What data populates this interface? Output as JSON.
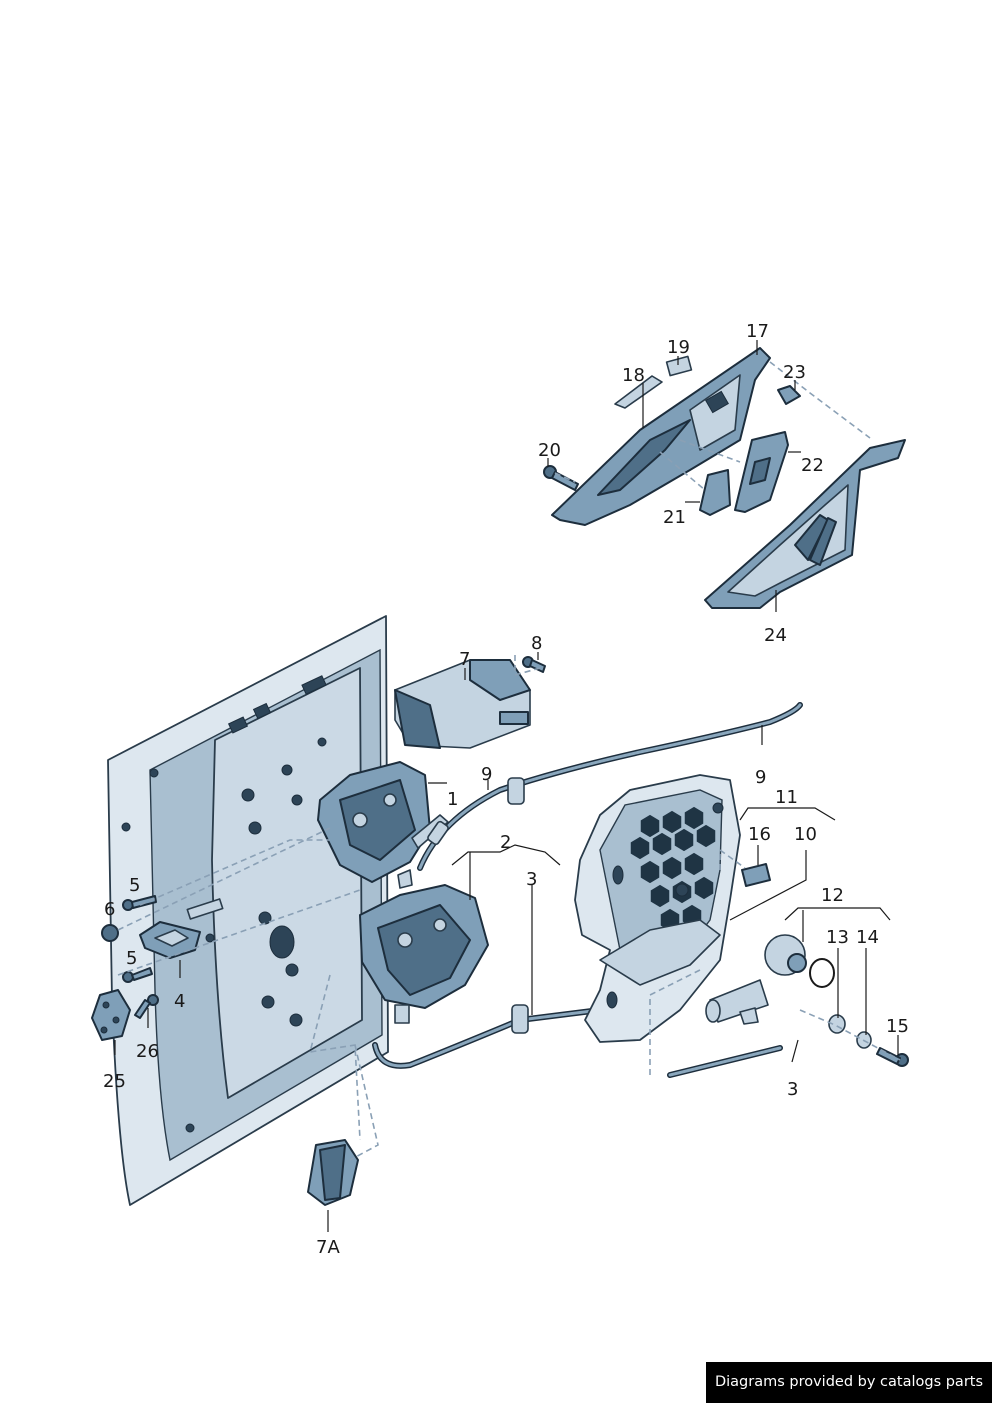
{
  "labels": {
    "l1": "1",
    "l2": "2",
    "l3a": "3",
    "l3b": "3",
    "l4": "4",
    "l5a": "5",
    "l5b": "5",
    "l6": "6",
    "l7": "7",
    "l7a": "7A",
    "l8": "8",
    "l9a": "9",
    "l9b": "9",
    "l10": "10",
    "l11": "11",
    "l12": "12",
    "l13": "13",
    "l14": "14",
    "l15": "15",
    "l16": "16",
    "l17": "17",
    "l18": "18",
    "l19": "19",
    "l20": "20",
    "l21": "21",
    "l22": "22",
    "l23": "23",
    "l24": "24",
    "l25": "25",
    "l26": "26"
  },
  "footer": {
    "text": "Diagrams provided by catalogs parts"
  },
  "colors": {
    "part": "#7f9fb8",
    "part_dark": "#4f6f88",
    "outline": "#1d2e3d",
    "panel": "#dde7ef"
  }
}
